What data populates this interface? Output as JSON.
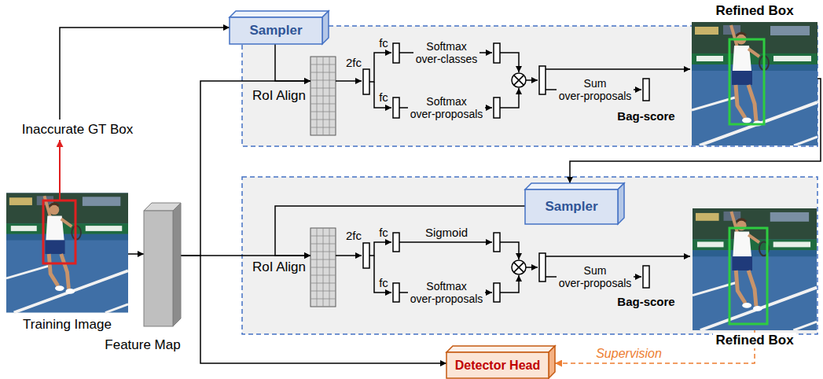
{
  "diagram": {
    "nodes": [
      {
        "text": [
          "Training Image"
        ]
      },
      {
        "text": [
          "Inaccurate GT Box"
        ]
      },
      {
        "text": [
          "Feature Map"
        ]
      },
      {
        "text": [
          "Sampler"
        ]
      },
      {
        "text": [
          "RoI Align"
        ]
      },
      {
        "text": [
          "Refined Box"
        ]
      },
      {
        "text": [
          "Sampler"
        ]
      },
      {
        "text": [
          "RoI Align"
        ]
      },
      {
        "text": [
          "Refined Box"
        ]
      },
      {
        "text": [
          "Detector Head"
        ]
      }
    ],
    "edges": [
      {
        "from": 0,
        "to": 1,
        "arrow": "to"
      },
      {
        "from": 1,
        "to": 3,
        "arrow": "to"
      },
      {
        "from": 0,
        "to": 2,
        "arrow": "to"
      },
      {
        "from": 2,
        "to": 4,
        "arrow": "to"
      },
      {
        "from": 3,
        "to": 4,
        "arrow": "to"
      },
      {
        "from": 2,
        "to": 7,
        "arrow": "to"
      },
      {
        "from": 6,
        "to": 7,
        "arrow": "to"
      },
      {
        "from": 5,
        "to": 6,
        "arrow": "to"
      },
      {
        "from": 2,
        "to": 9,
        "arrow": "to"
      },
      {
        "from": 8,
        "to": 9,
        "arrow": "to",
        "label": "Supervision"
      }
    ],
    "labels": [
      "2fc",
      "fc",
      "fc",
      "Softmax over-classes",
      "Softmax over-proposals",
      "Sum over-proposals",
      "Bag-score",
      "2fc",
      "fc",
      "fc",
      "Sigmoid",
      "Softmax over-proposals",
      "Sum over-proposals",
      "Bag-score"
    ]
  }
}
